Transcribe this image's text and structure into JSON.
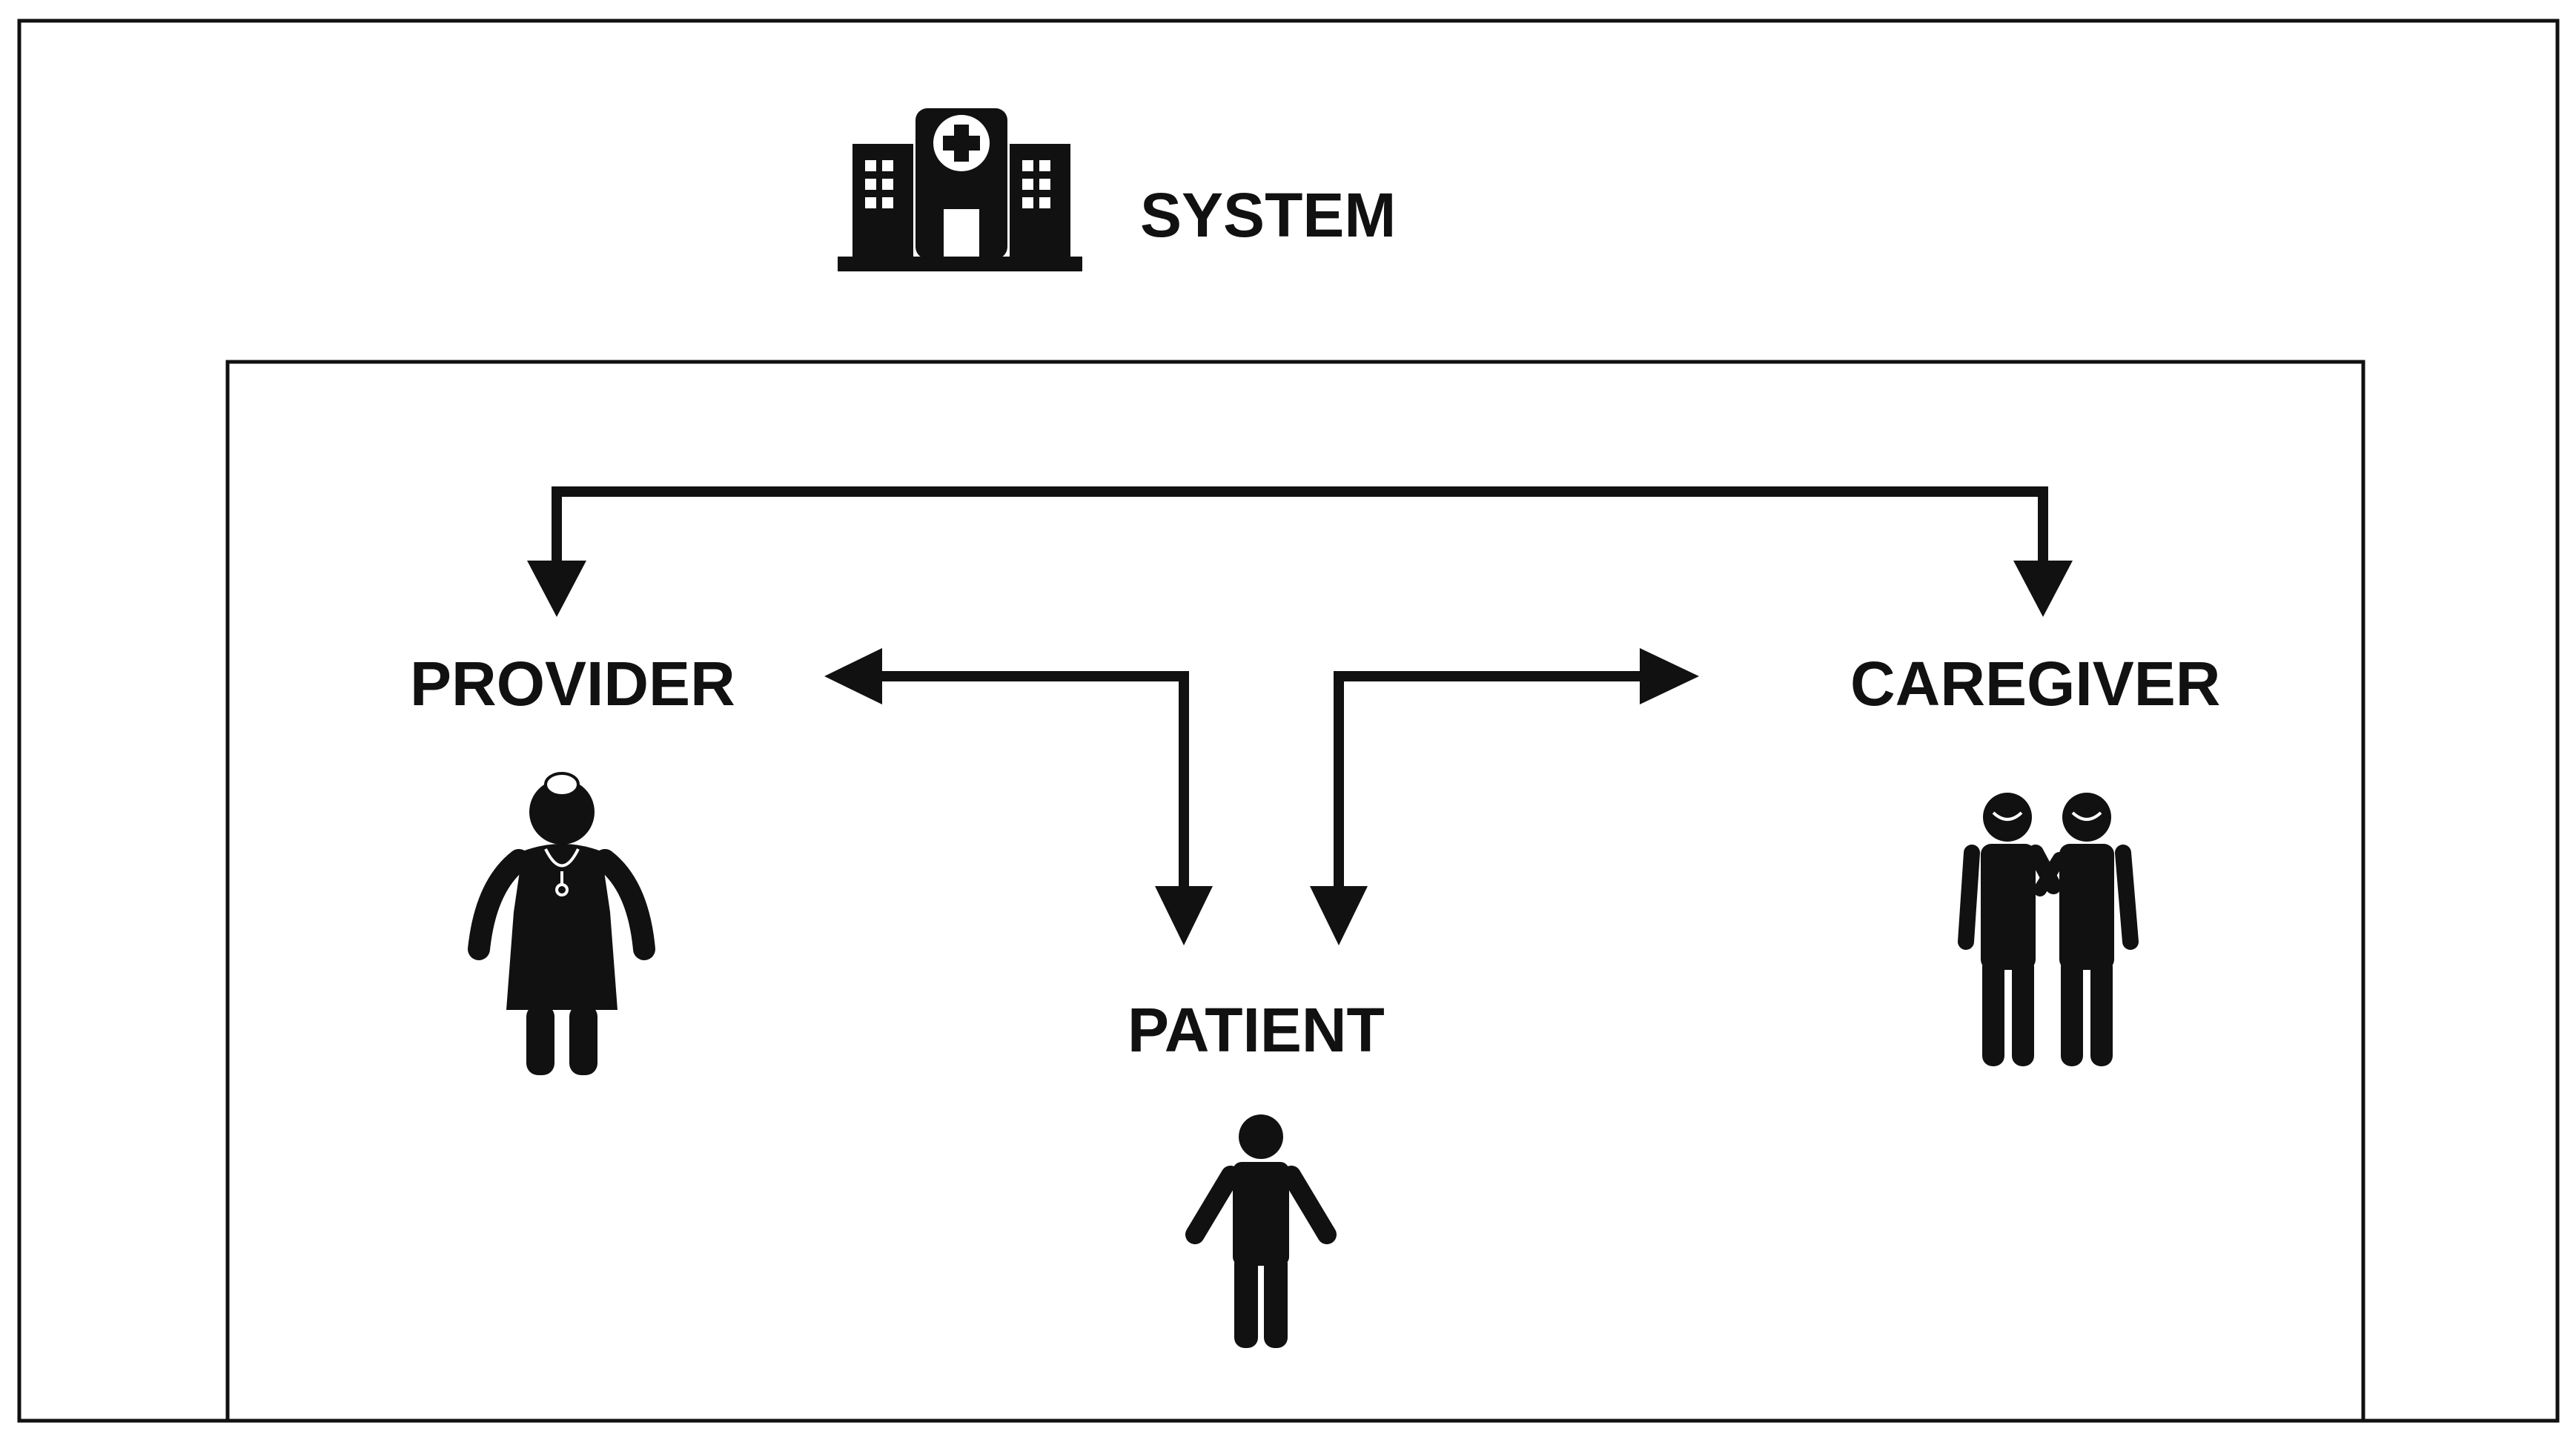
{
  "labels": {
    "system": "SYSTEM",
    "provider": "PROVIDER",
    "caregiver": "CAREGIVER",
    "patient": "PATIENT"
  },
  "icons": {
    "system": "hospital-icon",
    "provider": "doctor-icon",
    "caregiver": "caregiver-pair-icon",
    "patient": "person-icon"
  },
  "colors": {
    "ink": "#111111",
    "background": "#ffffff"
  }
}
